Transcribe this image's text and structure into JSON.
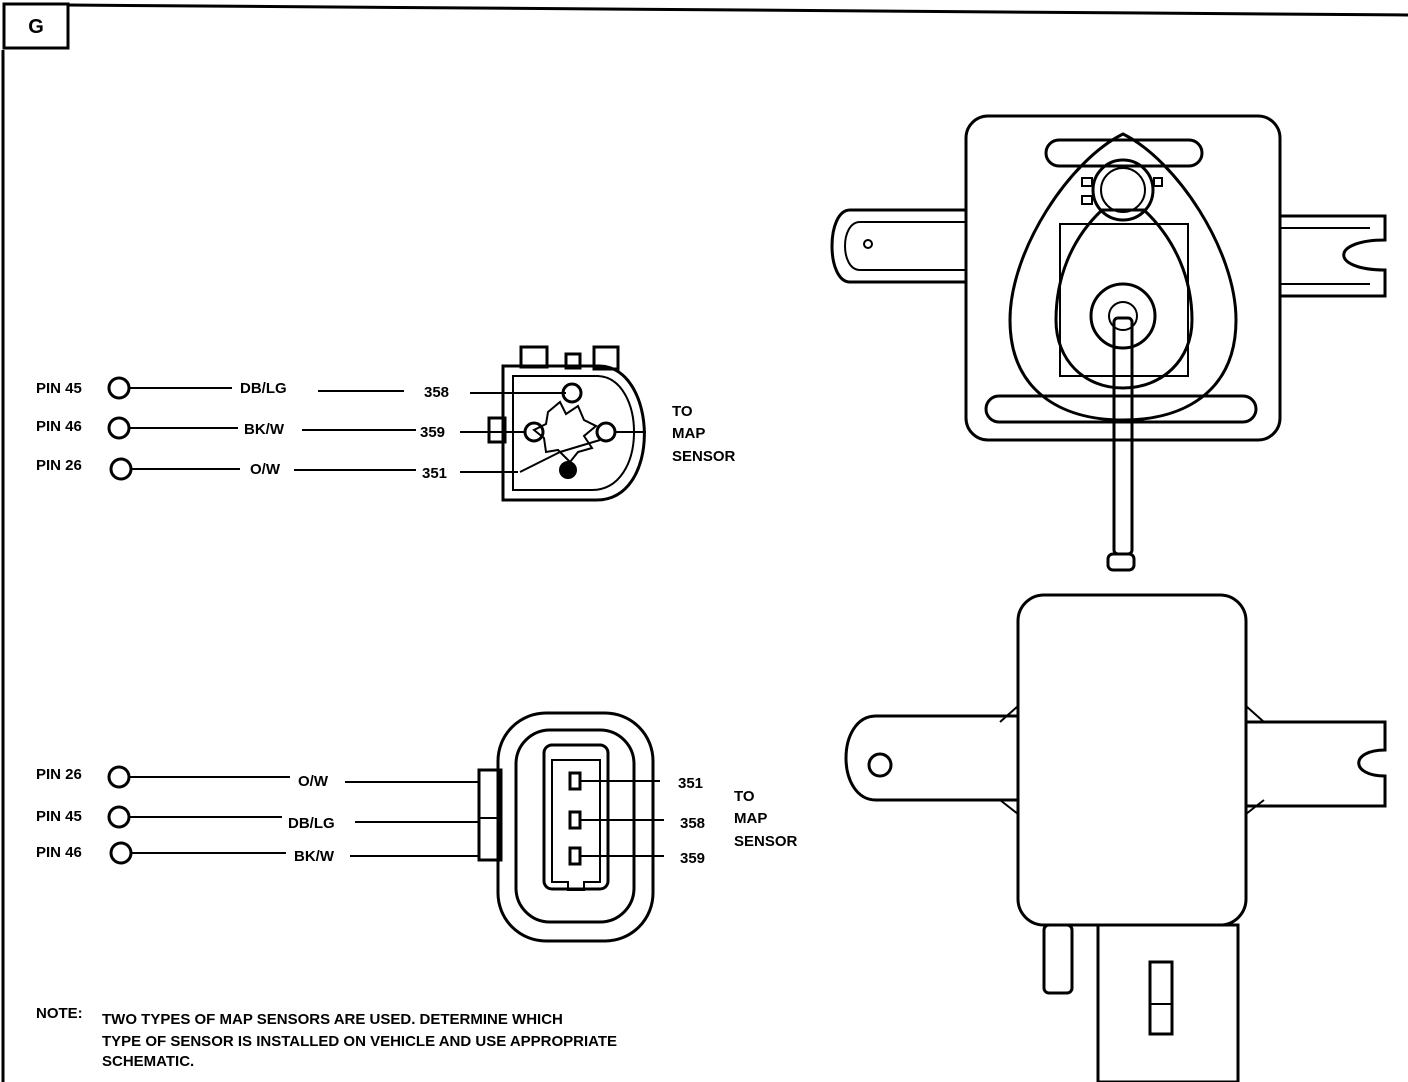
{
  "section_tag": "G",
  "connector_a": {
    "rows": [
      {
        "pin": "PIN 45",
        "wire": "DB/LG",
        "circuit": "358"
      },
      {
        "pin": "PIN 46",
        "wire": "BK/W",
        "circuit": "359"
      },
      {
        "pin": "PIN 26",
        "wire": "O/W",
        "circuit": "351"
      }
    ],
    "to_label": [
      "TO",
      "MAP",
      "SENSOR"
    ]
  },
  "connector_b": {
    "rows": [
      {
        "pin": "PIN 26",
        "wire": "O/W",
        "circuit": "351"
      },
      {
        "pin": "PIN 45",
        "wire": "DB/LG",
        "circuit": "358"
      },
      {
        "pin": "PIN 46",
        "wire": "BK/W",
        "circuit": "359"
      }
    ],
    "to_label": [
      "TO",
      "MAP",
      "SENSOR"
    ]
  },
  "note": {
    "prefix": "NOTE:",
    "lines": [
      "TWO TYPES OF MAP SENSORS ARE USED. DETERMINE WHICH",
      "TYPE OF SENSOR IS INSTALLED ON VEHICLE AND USE APPROPRIATE",
      "SCHEMATIC."
    ]
  }
}
